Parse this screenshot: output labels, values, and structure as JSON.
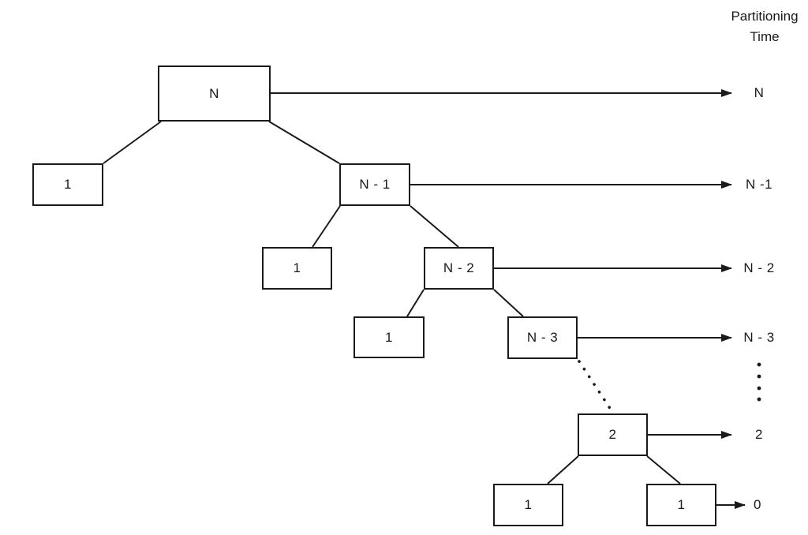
{
  "header": {
    "line1": "Partitioning",
    "line2": "Time"
  },
  "nodes": [
    "N",
    "1",
    "N - 1",
    "1",
    "N - 2",
    "1",
    "N - 3",
    "2",
    "1",
    "1"
  ],
  "partitioning_times": [
    "N",
    "N -1",
    "N - 2",
    "N - 3",
    "2",
    "0"
  ],
  "colors": {
    "ink": "#1a1a1a",
    "background": "#ffffff"
  }
}
